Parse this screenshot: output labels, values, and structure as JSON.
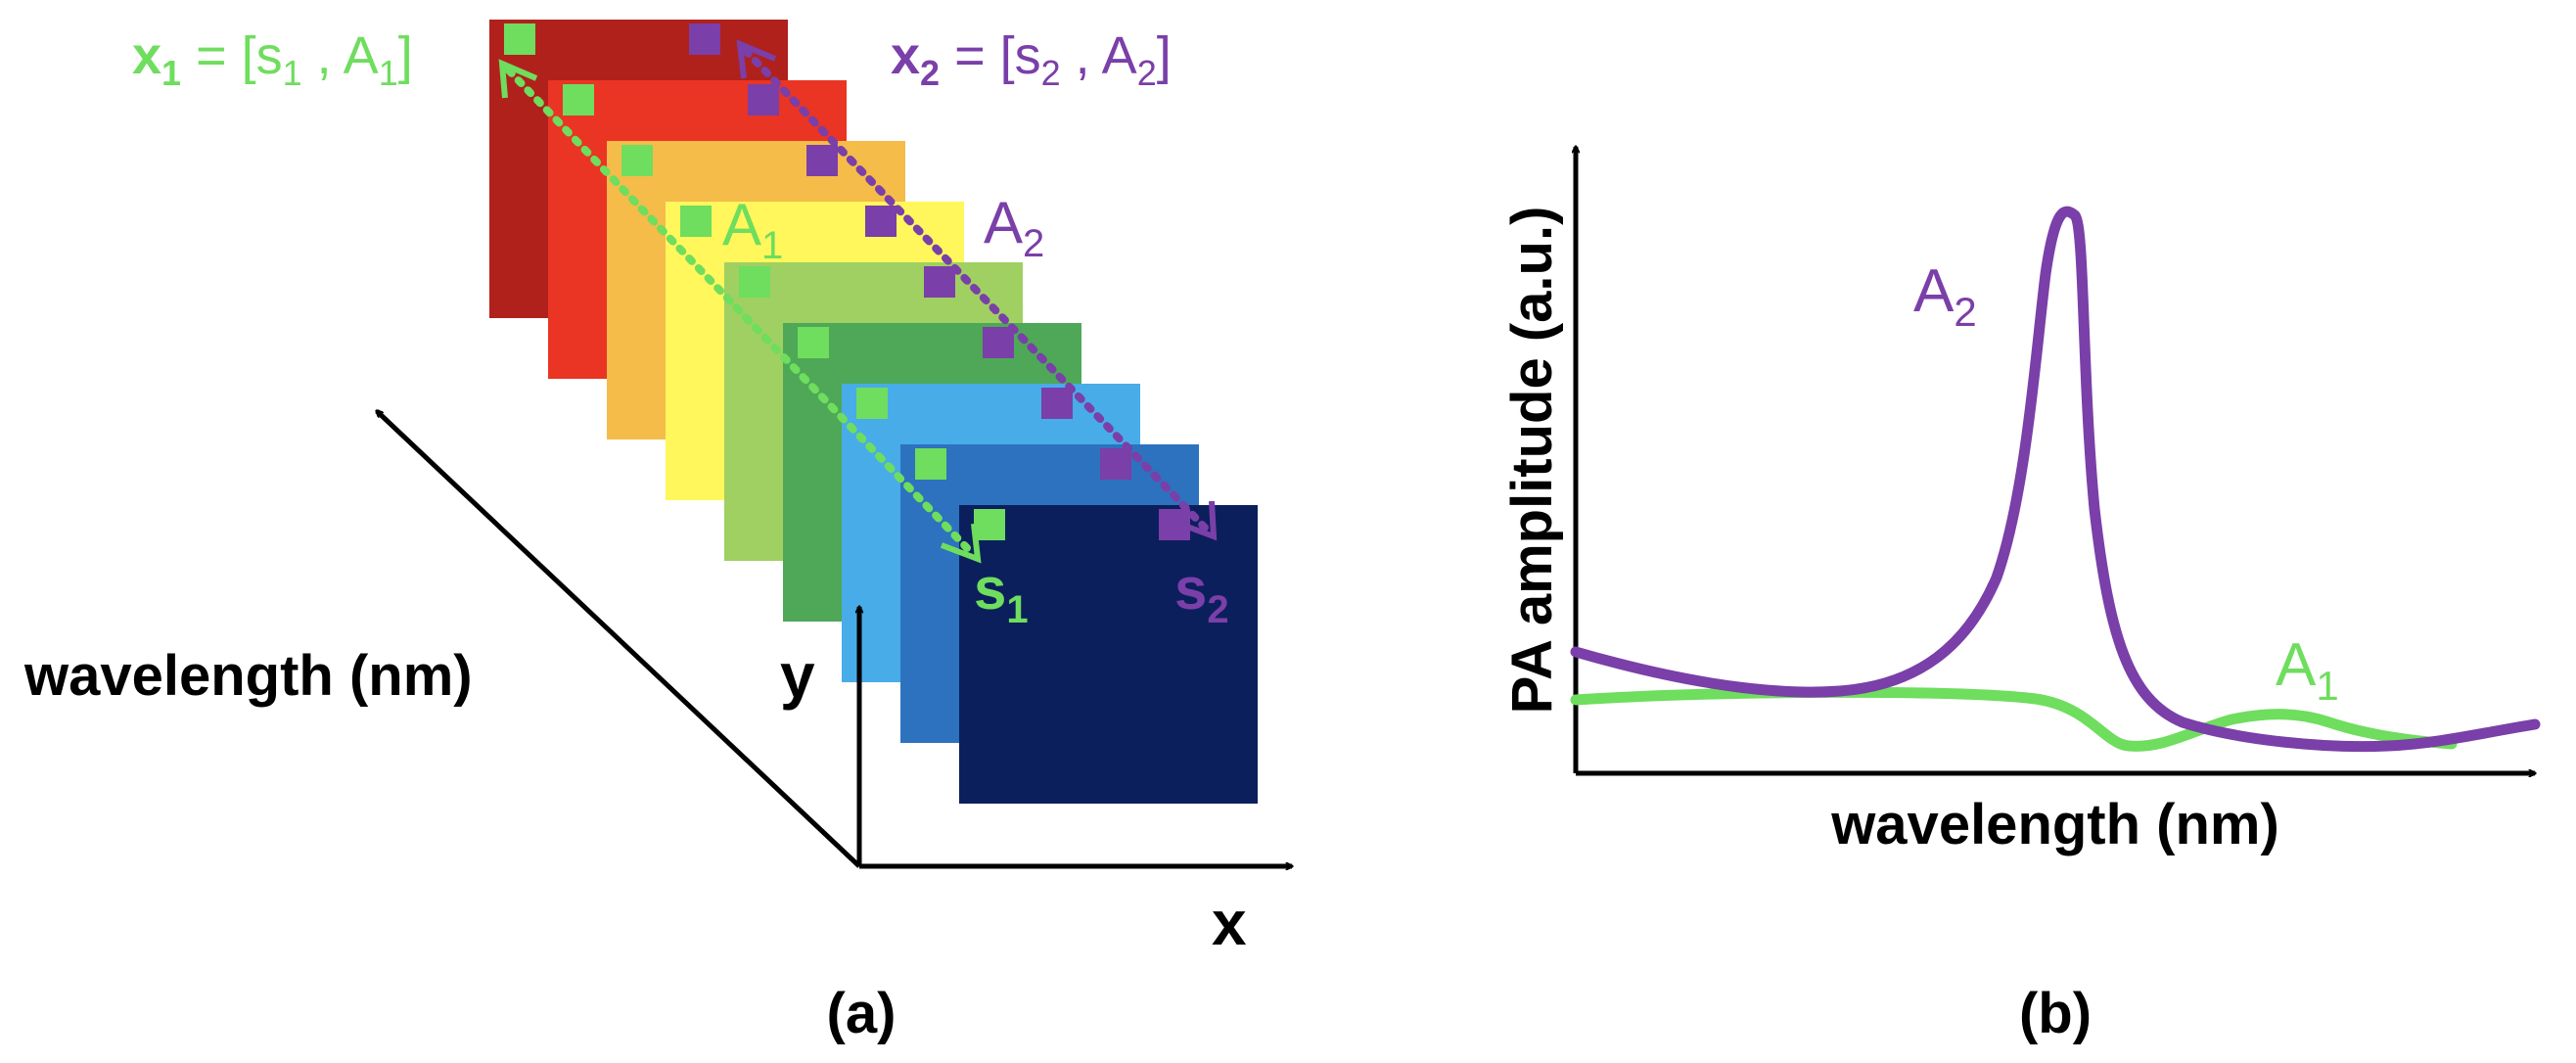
{
  "colors": {
    "green": "#6FDD5E",
    "purple": "#7A3FA8",
    "black": "#000000",
    "layers": [
      "#B0211C",
      "#EA3424",
      "#F5BC4A",
      "#FFF75C",
      "#A0CF62",
      "#4EA857",
      "#48ACE8",
      "#2D72BE",
      "#0B1F5C"
    ]
  },
  "panel_a": {
    "x1_label": {
      "main": "x",
      "sub": "1",
      "eq": " = [s",
      "sub_s": "1",
      "mid": " , A",
      "sub_a": "1",
      "end": "]"
    },
    "x2_label": {
      "main": "x",
      "sub": "2",
      "eq": " = [s",
      "sub_s": "2",
      "mid": " , A",
      "sub_a": "2",
      "end": "]"
    },
    "a1_label": {
      "main": "A",
      "sub": "1"
    },
    "a2_label": {
      "main": "A",
      "sub": "2"
    },
    "s1_label": {
      "main": "s",
      "sub": "1"
    },
    "s2_label": {
      "main": "s",
      "sub": "2"
    },
    "wavelength_axis": "wavelength (nm)",
    "y_axis": "y",
    "x_axis": "x",
    "caption": "(a)",
    "layer_count": 9
  },
  "panel_b": {
    "y_axis": "PA amplitude (a.u.)",
    "x_axis": "wavelength (nm)",
    "a2_curve": {
      "main": "A",
      "sub": "2"
    },
    "a1_curve": {
      "main": "A",
      "sub": "1"
    },
    "caption": "(b)"
  }
}
